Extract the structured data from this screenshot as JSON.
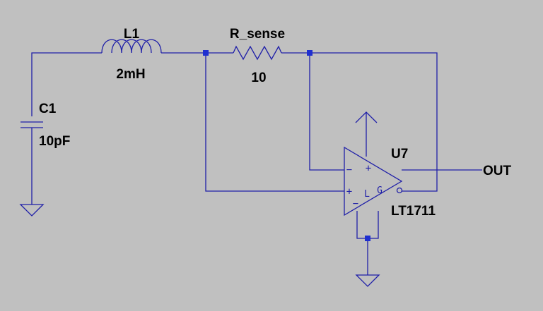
{
  "schematic": {
    "inductor": {
      "ref": "L1",
      "value": "2mH"
    },
    "resistor": {
      "ref": "R_sense",
      "value": "10"
    },
    "capacitor": {
      "ref": "C1",
      "value": "10pF"
    },
    "comparator": {
      "ref": "U7",
      "part": "LT1711",
      "pins": {
        "plus_a": "+",
        "minus_a": "−",
        "plus_b": "+",
        "minus_b": "−",
        "latch": "L",
        "ground": "G"
      }
    },
    "net_label": "OUT"
  },
  "colors": {
    "background": "#c0c0c0",
    "wire": "#1f1fa8",
    "junction": "#1f2fd0",
    "text": "#000000"
  }
}
